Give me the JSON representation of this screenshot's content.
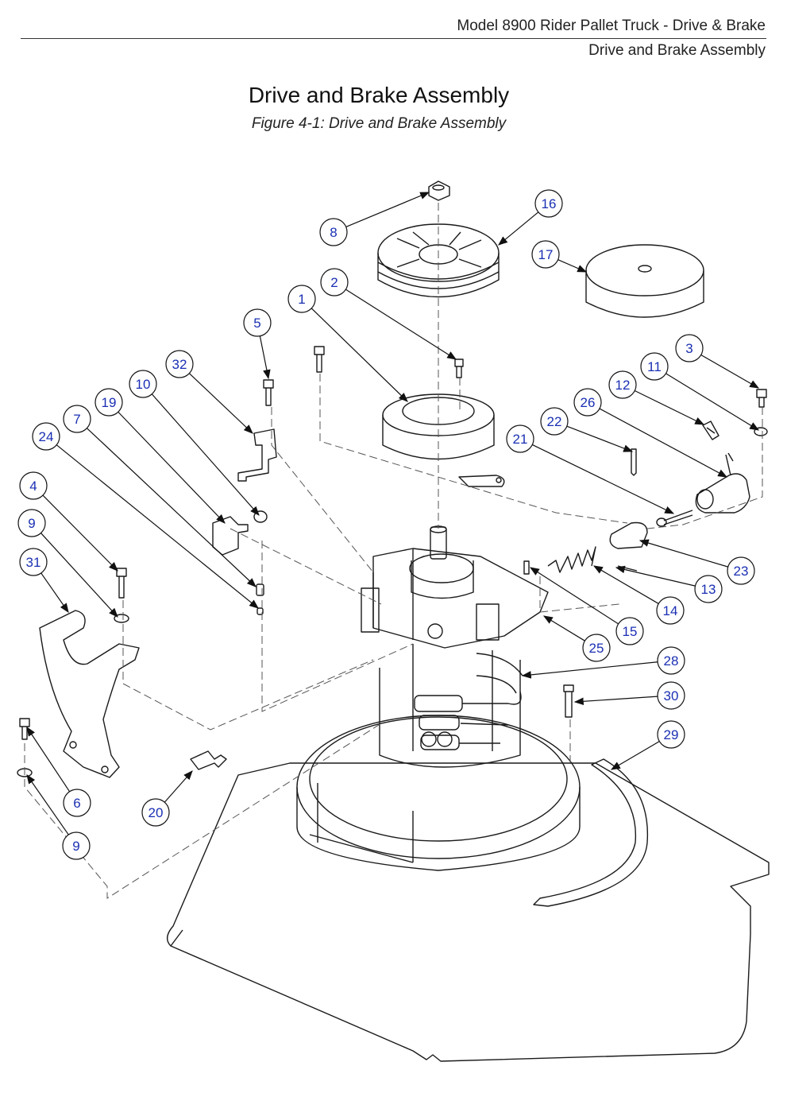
{
  "header": {
    "line1": "Model 8900 Rider Pallet Truck - Drive & Brake",
    "line2": "Drive and Brake Assembly"
  },
  "title": "Drive and Brake Assembly",
  "caption": "Figure 4-1: Drive and Brake Assembly",
  "callout_color": "#1a2fb3",
  "callouts": [
    {
      "label": "16"
    },
    {
      "label": "8"
    },
    {
      "label": "17"
    },
    {
      "label": "2"
    },
    {
      "label": "1"
    },
    {
      "label": "5"
    },
    {
      "label": "3"
    },
    {
      "label": "32"
    },
    {
      "label": "11"
    },
    {
      "label": "10"
    },
    {
      "label": "12"
    },
    {
      "label": "19"
    },
    {
      "label": "26"
    },
    {
      "label": "7"
    },
    {
      "label": "22"
    },
    {
      "label": "24"
    },
    {
      "label": "21"
    },
    {
      "label": "4"
    },
    {
      "label": "9"
    },
    {
      "label": "23"
    },
    {
      "label": "31"
    },
    {
      "label": "13"
    },
    {
      "label": "14"
    },
    {
      "label": "15"
    },
    {
      "label": "25"
    },
    {
      "label": "28"
    },
    {
      "label": "30"
    },
    {
      "label": "29"
    },
    {
      "label": "6"
    },
    {
      "label": "20"
    },
    {
      "label": "9"
    }
  ]
}
